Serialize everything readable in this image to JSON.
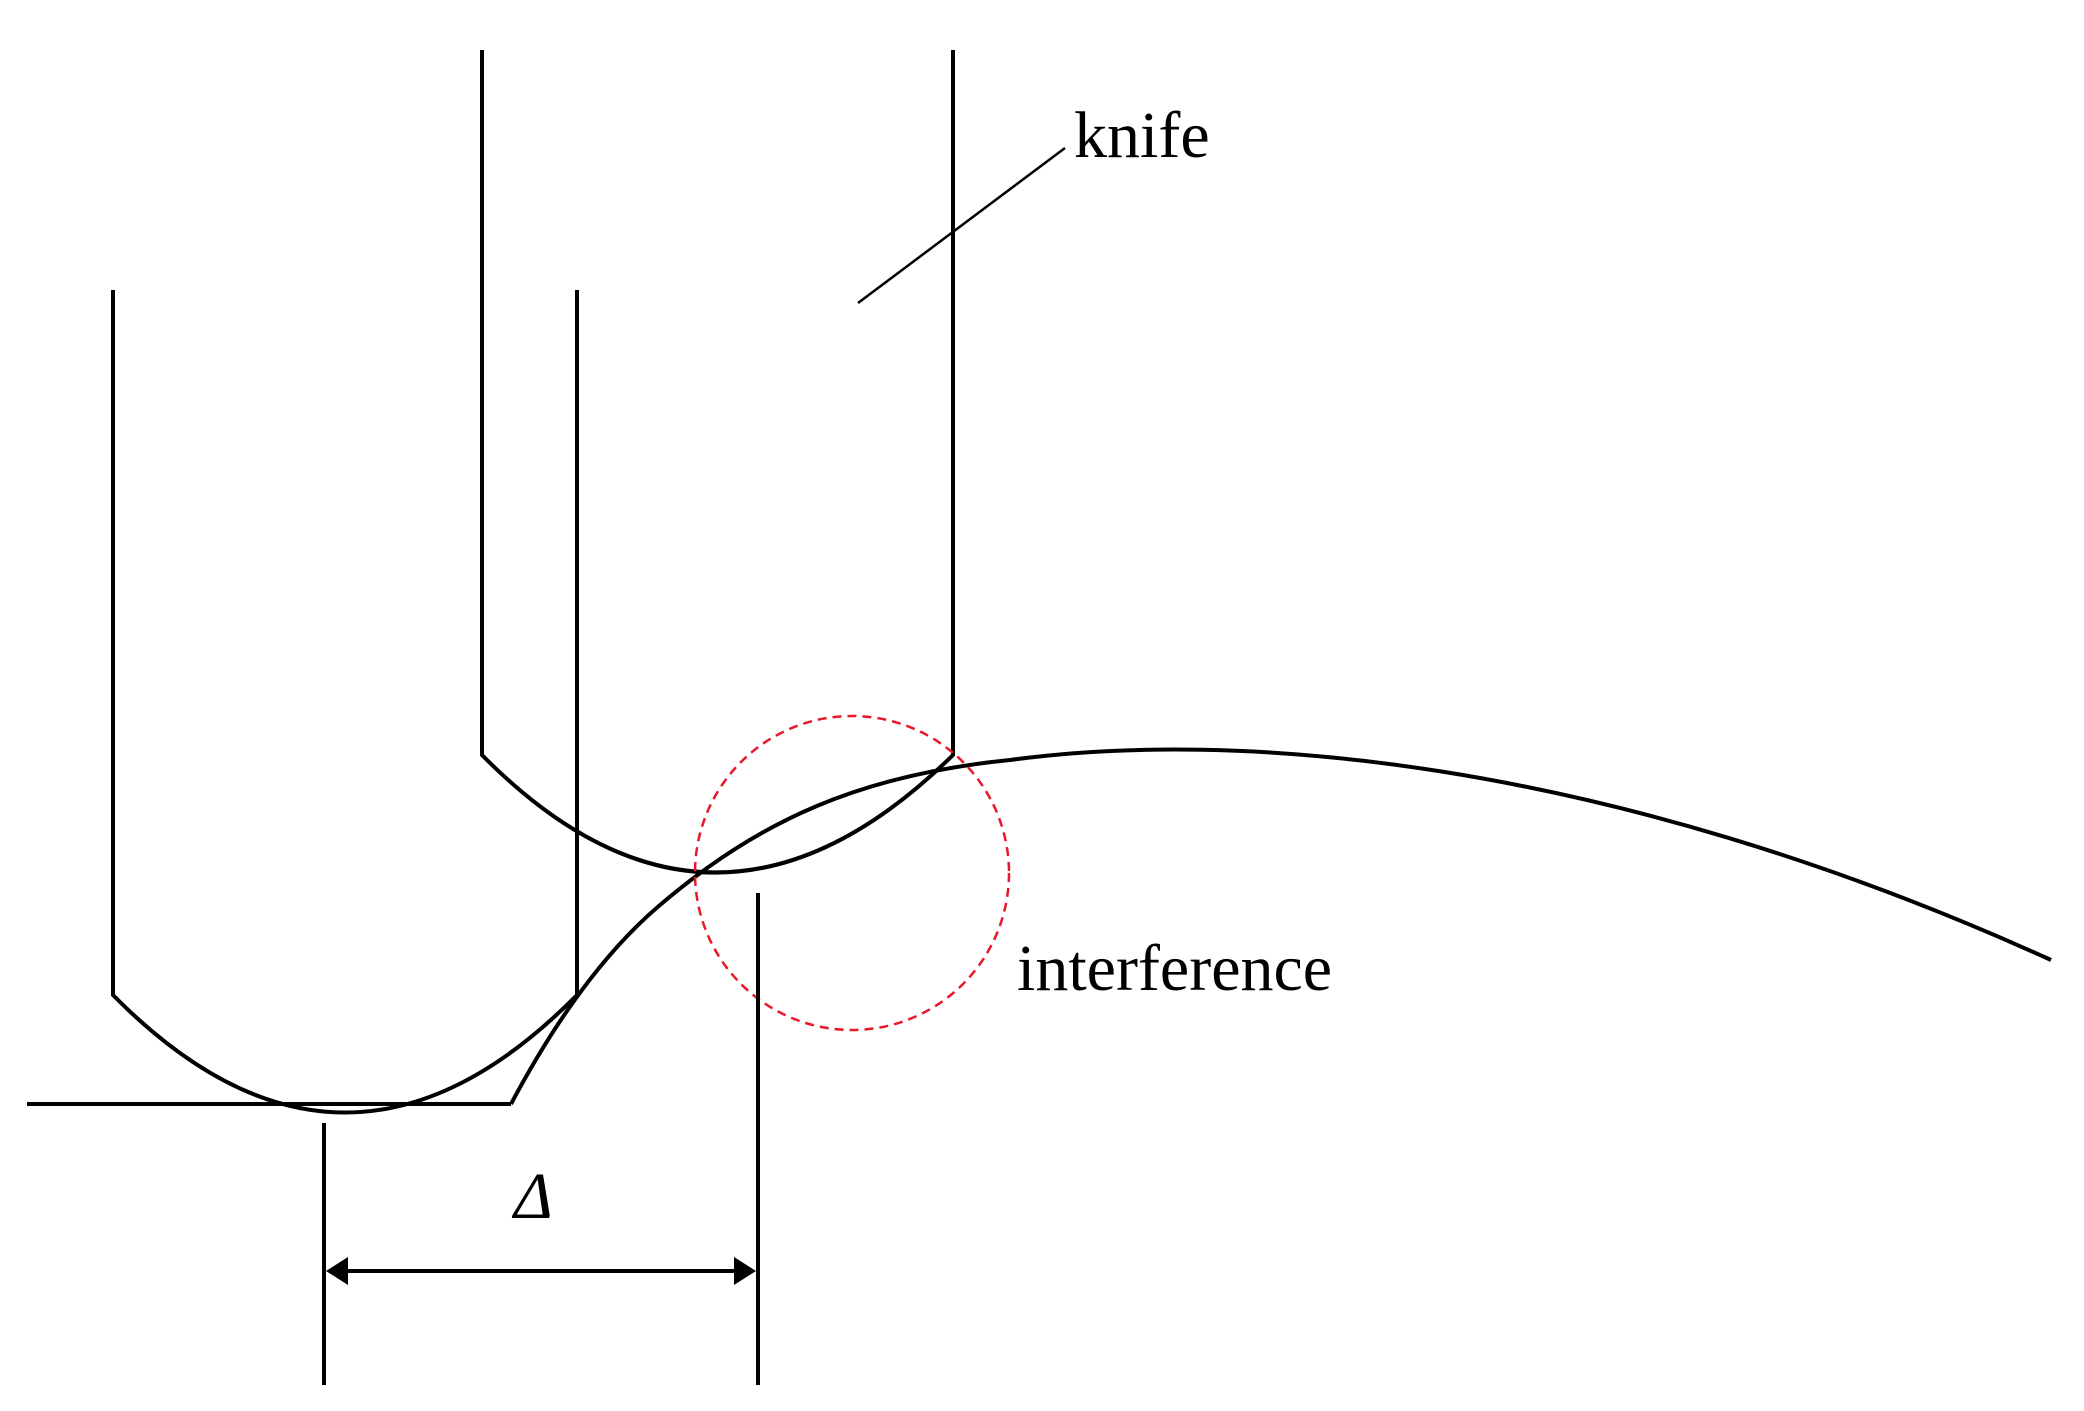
{
  "labels": {
    "knife": "knife",
    "interference": "interference",
    "delta": "Δ"
  },
  "colors": {
    "line": "#000000",
    "interference_circle": "#e8182a",
    "background": "#ffffff"
  }
}
